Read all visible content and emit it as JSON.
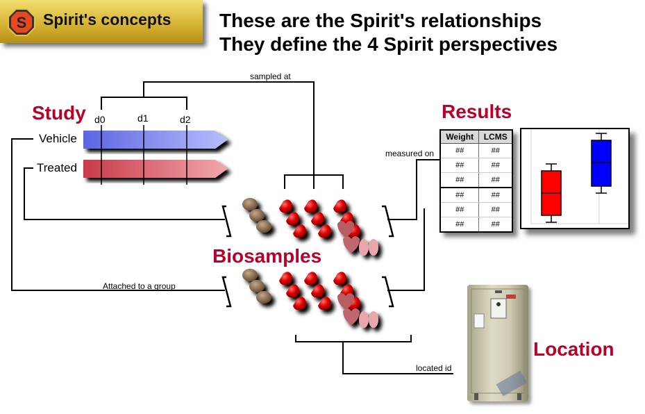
{
  "header": {
    "badge_logo_letter": "S",
    "badge_title": "Spirit's concepts",
    "headline_line1": "These are the Spirit's relationships",
    "headline_line2": "They define the 4 Spirit  perspectives"
  },
  "study": {
    "title": "Study",
    "timepoints": [
      "d0",
      "d1",
      "d2"
    ],
    "groups": [
      {
        "label": "Vehicle",
        "color": "#6f79e8"
      },
      {
        "label": "Treated",
        "color": "#d54a55"
      }
    ]
  },
  "biosamples": {
    "title": "Biosamples"
  },
  "results": {
    "title": "Results",
    "table_headers": [
      "Weight",
      "LCMS"
    ],
    "table_rows": [
      [
        "##",
        "##"
      ],
      [
        "##",
        "##"
      ],
      [
        "##",
        "##"
      ],
      [
        "##",
        "##"
      ],
      [
        "##",
        "##"
      ],
      [
        "##",
        "##"
      ]
    ],
    "box_colors": [
      "#ff0000",
      "#0000ff"
    ]
  },
  "location": {
    "title": "Location"
  },
  "links": {
    "sampled_at": "sampled at",
    "measured_on": "measured on",
    "attached_to_group": "Attached to a group",
    "located_id": "located id"
  }
}
